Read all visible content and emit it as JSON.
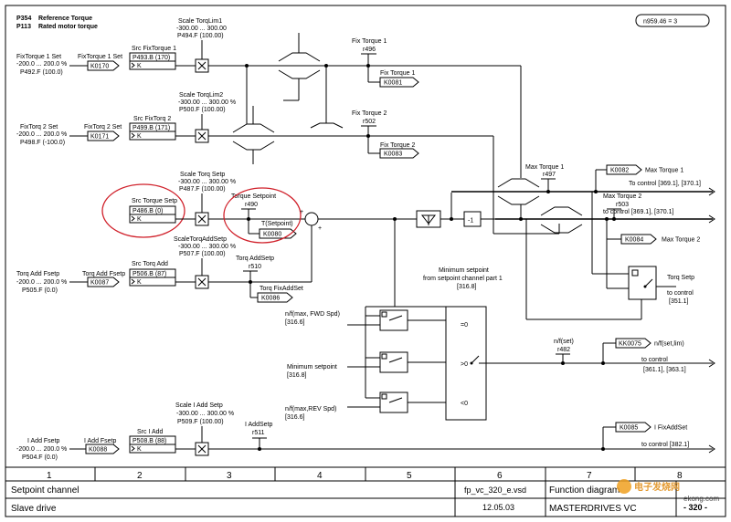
{
  "header": {
    "line1_param": "P354",
    "line1_label": "Reference Torque",
    "line2_param": "P113",
    "line2_label": "Rated motor torque",
    "badge": "n959.46 = 3"
  },
  "fix1": {
    "in_title": "FixTorque 1 Set",
    "in_range": "-200.0 ... 200.0 %",
    "in_param": "P492.F (100.0)",
    "conn_title": "FixTorque 1 Set",
    "conn": "K0170",
    "src_title": "Src FixTorque 1",
    "src_param": "P493.B (170)",
    "k": "K",
    "scale_title": "Scale TorqLim1",
    "scale_range": "-300.00 ... 300.00",
    "scale_param": "P494.F (100.00)",
    "out_title": "Fix Torque 1",
    "out_param": "r496",
    "out2_title": "Fix Torque 1",
    "out2_conn": "K0081"
  },
  "fix2": {
    "in_title": "FixTorq 2 Set",
    "in_range": "-200.0 ... 200.0 %",
    "in_param": "P498.F (-100.0)",
    "conn_title": "FixTorq 2 Set",
    "conn": "K0171",
    "src_title": "Src FixTorq 2",
    "src_param": "P499.B (171)",
    "k": "K",
    "scale_title": "Scale TorqLim2",
    "scale_range": "-300.00 ... 300.00 %",
    "scale_param": "P500.F (100.00)",
    "out_title": "Fix Torque 2",
    "out_param": "r502",
    "out2_title": "Fix Torque 2",
    "out2_conn": "K0083"
  },
  "torque_setp": {
    "src_title": "Src Torque Setp",
    "src_param": "P486.B (0)",
    "k": "K",
    "scale_title": "Scale Torq Setp",
    "scale_range": "-300.00 ... 300.00 %",
    "scale_param": "P487.F (100.00)",
    "sp_title": "Torque Setpoint",
    "sp_param": "r490",
    "tset_label": "T(Setpoint)",
    "tset_conn": "K0080"
  },
  "add": {
    "in_title": "Torq Add Fsetp",
    "in_range": "-200.0 ... 200.0 %",
    "in_param": "P505.F (0.0)",
    "conn_title": "Torq Add Fsetp",
    "conn": "K0087",
    "src_title": "Src Torq Add",
    "src_param": "P506.B (87)",
    "k": "K",
    "scale_title": "ScaleTorqAddSetp",
    "scale_range": "-300.00 ... 300.00 %",
    "scale_param": "P507.F (100.00)",
    "out_title": "Torq AddSetp",
    "out_param": "r510",
    "out2_title": "Torq FixAddSet",
    "out2_conn": "K0086"
  },
  "neg_label": "-1",
  "max1": {
    "title": "Max Torque 1",
    "param": "r497",
    "conn": "K0082",
    "conn_label": "Max Torque 1",
    "dest": "To control [369.1], [370.1]"
  },
  "max2": {
    "title": "Max Torque 2",
    "param": "r503",
    "dest": "to control [369.1], [370.1]",
    "conn": "K0084",
    "conn_label": "Max Torque 2"
  },
  "torq_setp_out": {
    "title": "Torq Setp",
    "dest1": "to control",
    "dest2": "[351.1]"
  },
  "min_sp": {
    "title1": "Minimum setpoint",
    "title2": "from setpoint channel part 1",
    "ref": "[316.8]",
    "in1_label": "n/f(max, FWD Spd)",
    "in1_ref": "[316.6]",
    "in2_label": "Minimum setpoint",
    "in2_ref": "[316.8]",
    "in3_label": "n/f(max,REV Spd)",
    "in3_ref": "[316.6]",
    "cond_eq": "=0",
    "cond_gt": ">0",
    "cond_lt": "<0",
    "nset_title": "n/f(set)",
    "nset_param": "r482",
    "nset_conn": "KK0075",
    "nset_label": "n/f(set,lim)",
    "nset_dest1": "to control",
    "nset_dest2": "[361.1], [363.1]"
  },
  "iadd": {
    "in_title": "I Add Fsetp",
    "in_range": "-200.0 ... 200.0 %",
    "in_param": "P504.F (0.0)",
    "conn_title": "I Add Fsetp",
    "conn": "K0088",
    "src_title": "Src I Add",
    "src_param": "P508.B (88)",
    "k": "K",
    "scale_title": "Scale I Add Setp",
    "scale_range": "-300.00 ... 300.00 %",
    "scale_param": "P509.F (100.00)",
    "out_title": "I AddSetp",
    "out_param": "r511",
    "out2_conn": "K0085",
    "out2_label": "I FixAddSet",
    "dest": "to control [382.1]"
  },
  "footer": {
    "cols": [
      "1",
      "2",
      "3",
      "4",
      "5",
      "6",
      "7",
      "8"
    ],
    "row1_left": "Setpoint channel",
    "row2_left": "Slave drive",
    "file": "fp_vc_320_e.vsd",
    "date": "12.05.03",
    "type": "Function diagram",
    "product": "MASTERDRIVES VC",
    "page": "- 320 -",
    "watermark_cn": "电子发烧网",
    "watermark_url": "ekong.com"
  }
}
